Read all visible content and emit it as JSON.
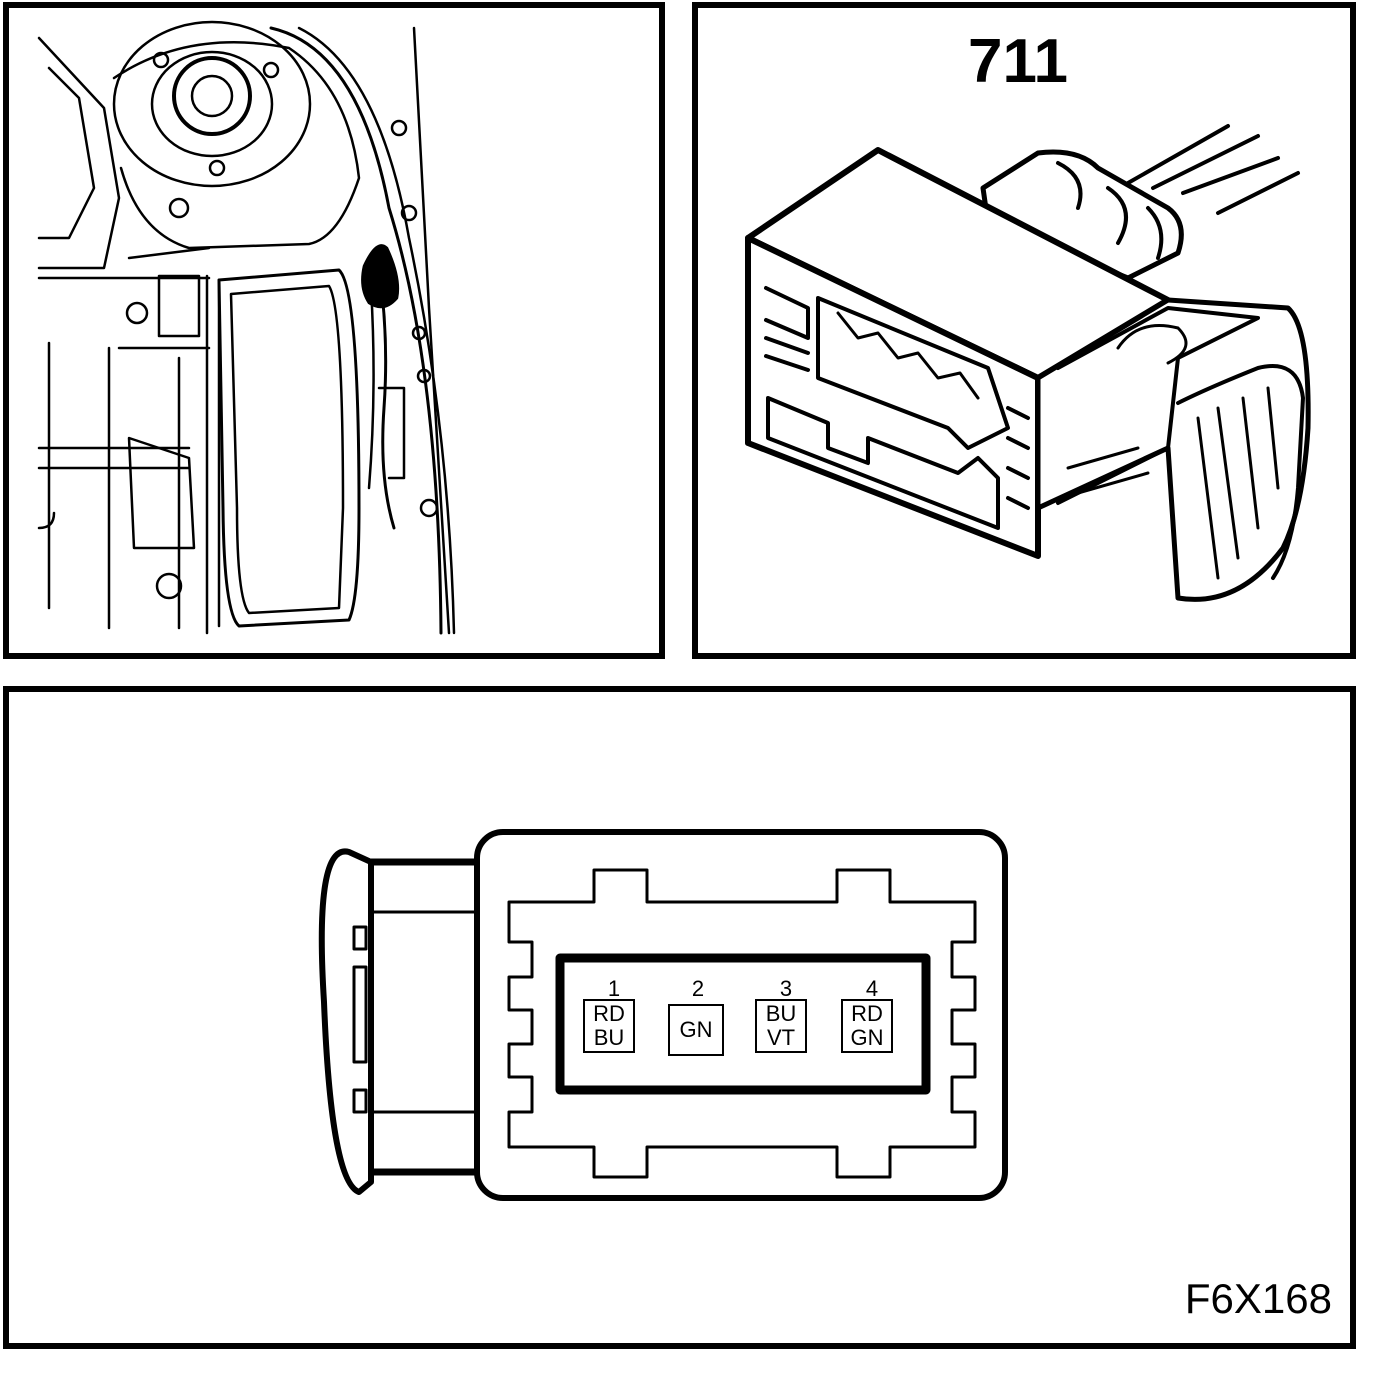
{
  "connector": {
    "number": "711",
    "figure_code": "F6X168"
  },
  "pinout": {
    "pins": [
      {
        "number": "1",
        "colors": [
          "RD",
          "BU"
        ]
      },
      {
        "number": "2",
        "colors": [
          "GN"
        ]
      },
      {
        "number": "3",
        "colors": [
          "BU",
          "VT"
        ]
      },
      {
        "number": "4",
        "colors": [
          "RD",
          "GN"
        ]
      }
    ]
  },
  "colors": {
    "line": "#000000",
    "background": "#ffffff"
  }
}
